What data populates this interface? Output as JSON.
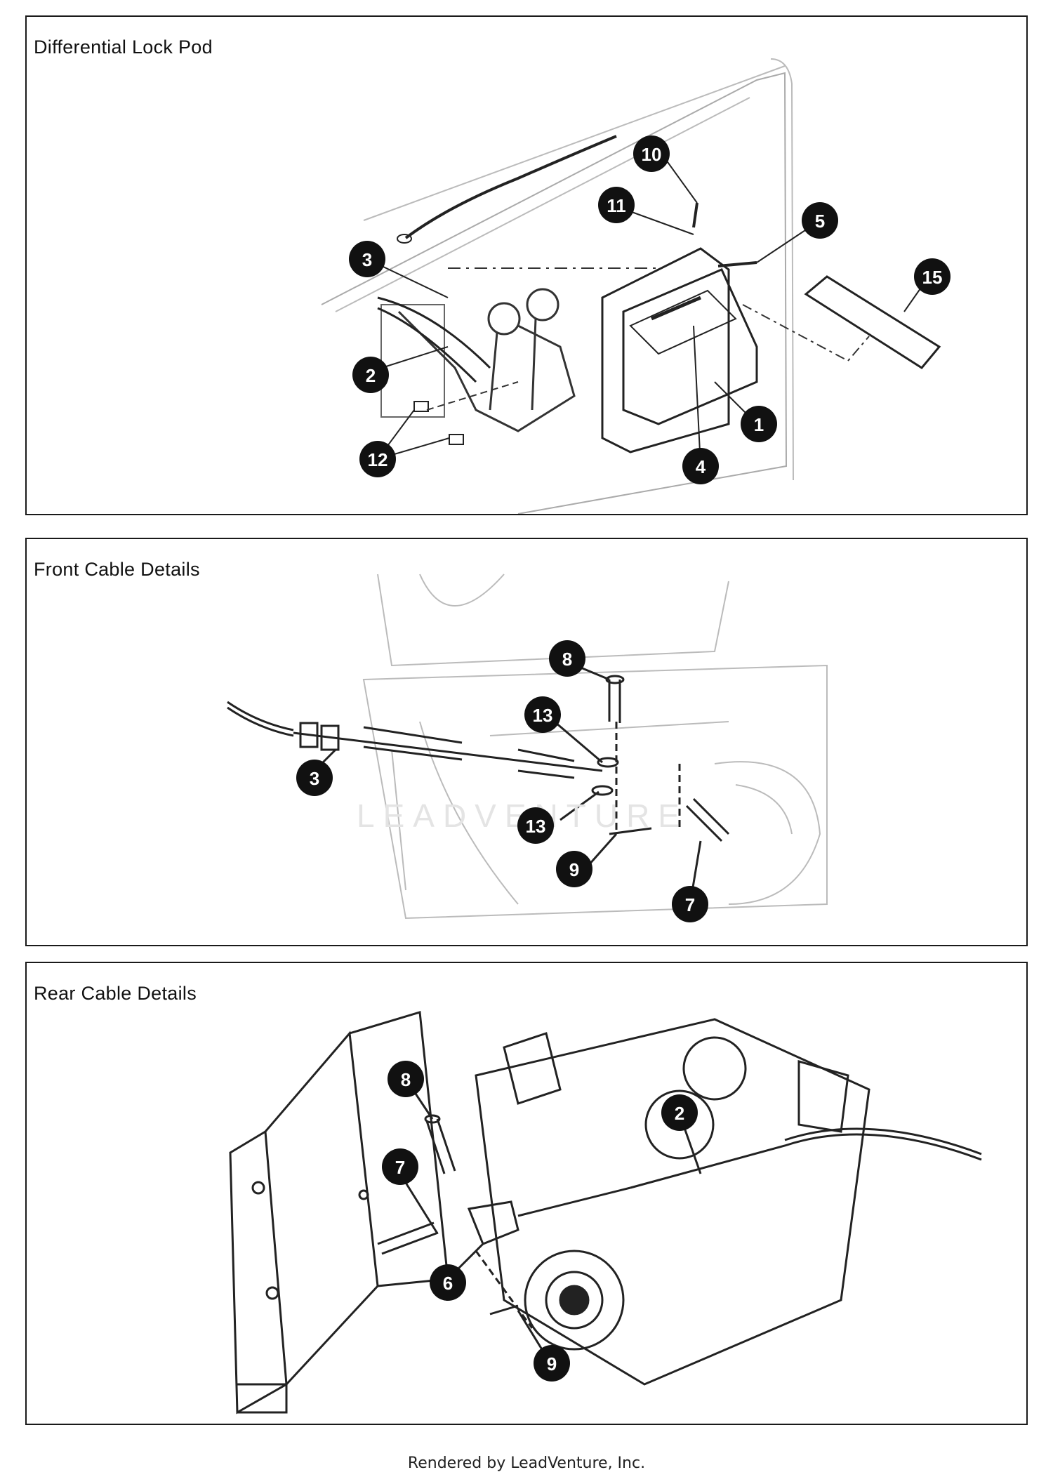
{
  "panels": [
    {
      "title": "Differential Lock Pod",
      "callouts": [
        "10",
        "11",
        "5",
        "3",
        "15",
        "2",
        "1",
        "12",
        "4"
      ]
    },
    {
      "title": "Front Cable Details",
      "callouts": [
        "8",
        "13",
        "3",
        "13",
        "9",
        "7"
      ]
    },
    {
      "title": "Rear Cable Details",
      "callouts": [
        "8",
        "2",
        "7",
        "6",
        "9"
      ]
    }
  ],
  "footer": "Rendered by LeadVenture, Inc."
}
